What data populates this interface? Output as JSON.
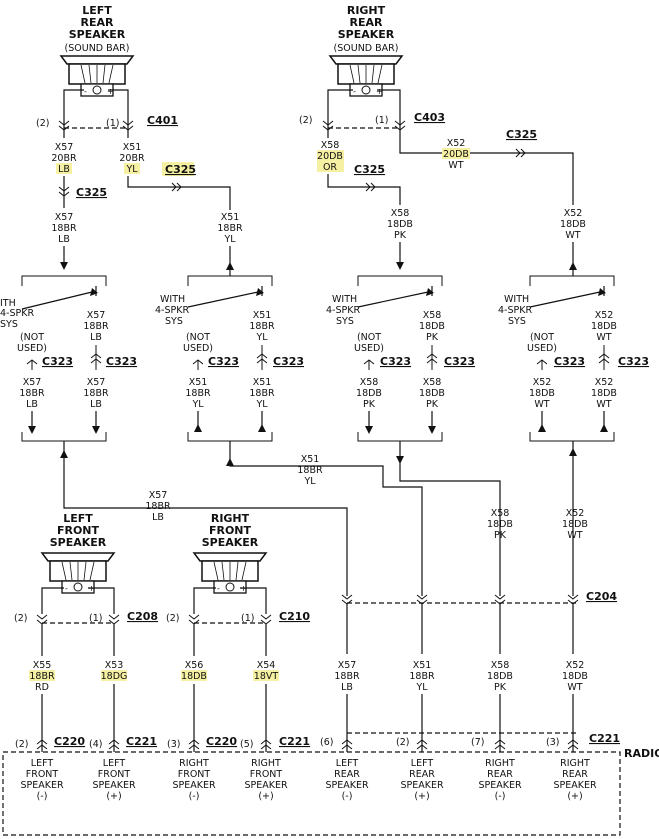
{
  "speakers": {
    "left_rear": {
      "l1": "LEFT",
      "l2": "REAR",
      "l3": "SPEAKER",
      "sub": "(SOUND BAR)"
    },
    "right_rear": {
      "l1": "RIGHT",
      "l2": "REAR",
      "l3": "SPEAKER",
      "sub": "(SOUND BAR)"
    },
    "left_front": {
      "l1": "LEFT",
      "l2": "FRONT",
      "l3": "SPEAKER"
    },
    "right_front": {
      "l1": "RIGHT",
      "l2": "FRONT",
      "l3": "SPEAKER"
    }
  },
  "connectors": {
    "c401": "C401",
    "c403": "C403",
    "c325": "C325",
    "c323": "C323",
    "c208": "C208",
    "c210": "C210",
    "c204": "C204",
    "c220": "C220",
    "c221": "C221"
  },
  "pins": {
    "p1": "(1)",
    "p2": "(2)",
    "p3": "(3)",
    "p4": "(4)",
    "p5": "(5)",
    "p6": "(6)",
    "p7": "(7)"
  },
  "wires": {
    "x57": "X57",
    "x51": "X51",
    "x58": "X58",
    "x52": "X52",
    "x55": "X55",
    "x53": "X53",
    "x56": "X56",
    "x54": "X54",
    "g20br": "20BR",
    "g20db": "20DB",
    "g18br": "18BR",
    "g18db": "18DB",
    "lb": "LB",
    "yl": "YL",
    "or": "OR",
    "wt": "WT",
    "pk": "PK",
    "br18": "18BR",
    "rd": "RD",
    "dg18": "18DG",
    "db18": "18DB",
    "vt18": "18VT"
  },
  "switch": {
    "with": "WITH",
    "with_cut": "ITH",
    "spkr": "4-SPKR",
    "sys": "SYS",
    "not": "(NOT",
    "used": "USED)"
  },
  "radio": {
    "label": "RADIO",
    "terminals": [
      {
        "l1": "LEFT",
        "l2": "FRONT",
        "l3": "SPEAKER",
        "l4": "(-)"
      },
      {
        "l1": "LEFT",
        "l2": "FRONT",
        "l3": "SPEAKER",
        "l4": "(+)"
      },
      {
        "l1": "RIGHT",
        "l2": "FRONT",
        "l3": "SPEAKER",
        "l4": "(-)"
      },
      {
        "l1": "RIGHT",
        "l2": "FRONT",
        "l3": "SPEAKER",
        "l4": "(+)"
      },
      {
        "l1": "LEFT",
        "l2": "REAR",
        "l3": "SPEAKER",
        "l4": "(-)"
      },
      {
        "l1": "LEFT",
        "l2": "REAR",
        "l3": "SPEAKER",
        "l4": "(+)"
      },
      {
        "l1": "RIGHT",
        "l2": "REAR",
        "l3": "SPEAKER",
        "l4": "(-)"
      },
      {
        "l1": "RIGHT",
        "l2": "REAR",
        "l3": "SPEAKER",
        "l4": "(+)"
      }
    ]
  },
  "colors": {
    "ink": "#111111",
    "highlight": "#f6f0a3",
    "background": "#ffffff"
  }
}
